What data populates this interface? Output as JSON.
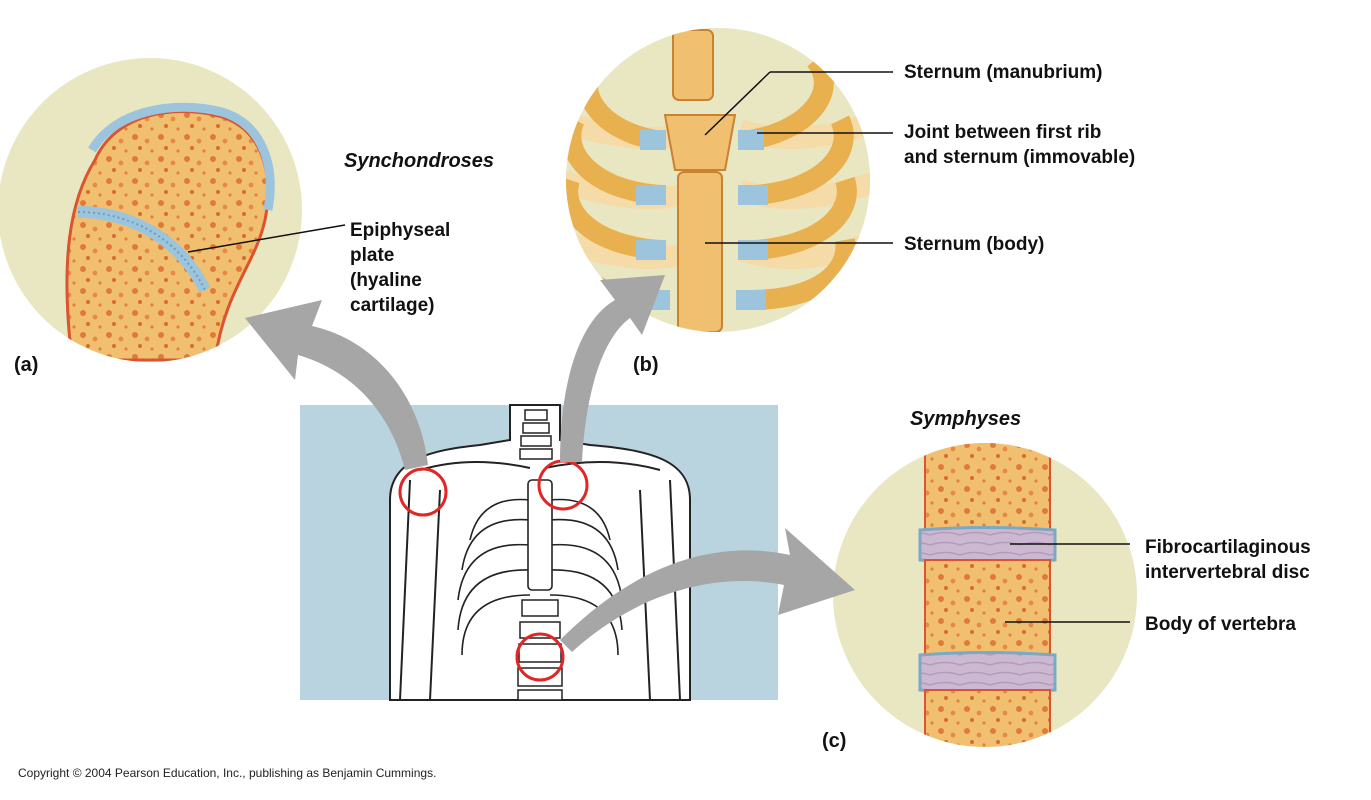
{
  "headings": {
    "synchondroses": "Synchondroses",
    "symphyses": "Symphyses"
  },
  "panels": {
    "a": "(a)",
    "b": "(b)",
    "c": "(c)"
  },
  "labels": {
    "epiphyseal_plate": "Epiphyseal plate (hyaline cartilage)",
    "epiphyseal_plate_lines": [
      "Epiphyseal",
      "plate",
      "(hyaline",
      "cartilage)"
    ],
    "sternum_manubrium": "Sternum (manubrium)",
    "joint_first_rib_lines": [
      "Joint between first rib",
      "and sternum (immovable)"
    ],
    "sternum_body": "Sternum (body)",
    "fibrocartilaginous_disc_lines": [
      "Fibrocartilaginous",
      "intervertebral disc"
    ],
    "body_of_vertebra": "Body of vertebra"
  },
  "copyright": "Copyright © 2004 Pearson Education, Inc., publishing as Benjamin Cummings.",
  "colors": {
    "inset_bg": "#e9e6c2",
    "bone": "#f0c070",
    "bone_edge": "#d9542f",
    "cartilage": "#9cc4dc",
    "disc": "#c9b2cf",
    "arrow": "#a6a6a6",
    "body_bg": "#b9d4df",
    "highlight_circle": "#e02626"
  }
}
